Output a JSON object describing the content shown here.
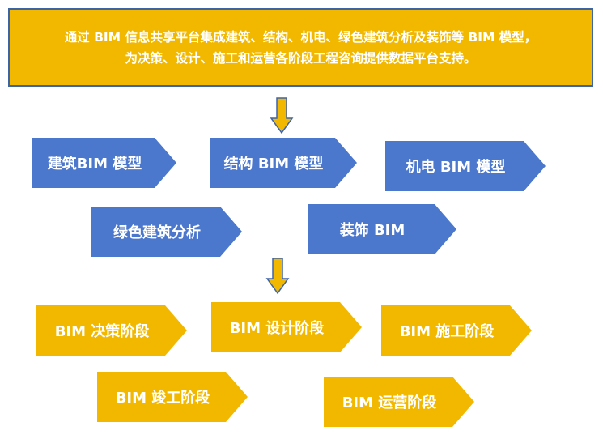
{
  "header": {
    "line1": "通过 BIM 信息共享平台集成建筑、结构、机电、绿色建筑分析及装饰等 BIM 模型，",
    "line2": "为决策、设计、施工和运营各阶段工程咨询提供数据平台支持。"
  },
  "models": [
    {
      "label": "建筑BIM 模型"
    },
    {
      "label": "结构 BIM 模型"
    },
    {
      "label": "机电 BIM 模型"
    },
    {
      "label": "绿色建筑分析"
    },
    {
      "label": "装饰 BIM"
    }
  ],
  "stages": [
    {
      "label": "BIM 决策阶段"
    },
    {
      "label": "BIM 设计阶段"
    },
    {
      "label": "BIM 施工阶段"
    },
    {
      "label": "BIM 竣工阶段"
    },
    {
      "label": "BIM 运营阶段"
    }
  ],
  "colors": {
    "gold": "#f2b800",
    "blue": "#4b77cc",
    "border": "#3e64a8"
  }
}
